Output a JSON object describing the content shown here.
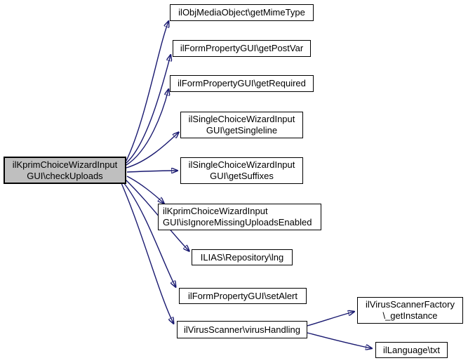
{
  "diagram": {
    "type": "call-graph",
    "colors": {
      "background": "#ffffff",
      "edge": "#191970",
      "node_fill": "#ffffff",
      "node_border": "#000000",
      "source_node_fill": "#bfbfbf",
      "text": "#000000"
    },
    "nodes": {
      "checkUploads": {
        "lines": [
          "ilKprimChoiceWizardInput",
          "GUI\\checkUploads"
        ]
      },
      "getMimeType": {
        "lines": [
          "ilObjMediaObject\\getMimeType"
        ]
      },
      "getPostVar": {
        "lines": [
          "ilFormPropertyGUI\\getPostVar"
        ]
      },
      "getRequired": {
        "lines": [
          "ilFormPropertyGUI\\getRequired"
        ]
      },
      "getSingleline": {
        "lines": [
          "ilSingleChoiceWizardInput",
          "GUI\\getSingleline"
        ]
      },
      "getSuffixes": {
        "lines": [
          "ilSingleChoiceWizardInput",
          "GUI\\getSuffixes"
        ]
      },
      "isIgnoreMissingUploadsEnabled": {
        "lines": [
          "ilKprimChoiceWizardInput",
          "GUI\\isIgnoreMissingUploadsEnabled"
        ]
      },
      "lng": {
        "lines": [
          "ILIAS\\Repository\\lng"
        ]
      },
      "setAlert": {
        "lines": [
          "ilFormPropertyGUI\\setAlert"
        ]
      },
      "virusHandling": {
        "lines": [
          "ilVirusScanner\\virusHandling"
        ]
      },
      "getInstance": {
        "lines": [
          "ilVirusScannerFactory",
          "\\_getInstance"
        ]
      },
      "txt": {
        "lines": [
          "ilLanguage\\txt"
        ]
      }
    },
    "edges": [
      {
        "from": "checkUploads",
        "to": "getMimeType"
      },
      {
        "from": "checkUploads",
        "to": "getPostVar"
      },
      {
        "from": "checkUploads",
        "to": "getRequired"
      },
      {
        "from": "checkUploads",
        "to": "getSingleline"
      },
      {
        "from": "checkUploads",
        "to": "getSuffixes"
      },
      {
        "from": "checkUploads",
        "to": "isIgnoreMissingUploadsEnabled"
      },
      {
        "from": "checkUploads",
        "to": "lng"
      },
      {
        "from": "checkUploads",
        "to": "setAlert"
      },
      {
        "from": "checkUploads",
        "to": "virusHandling"
      },
      {
        "from": "virusHandling",
        "to": "getInstance"
      },
      {
        "from": "virusHandling",
        "to": "txt"
      }
    ]
  }
}
